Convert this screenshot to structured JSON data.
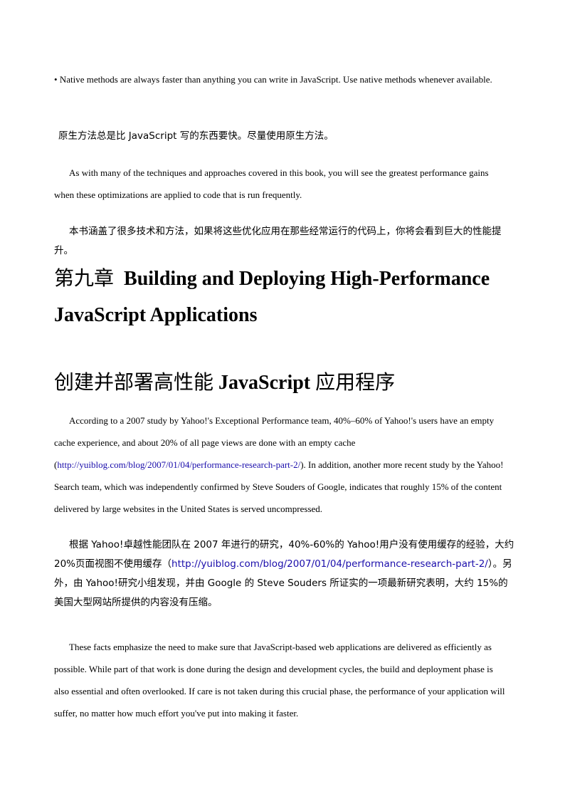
{
  "blocks": {
    "b1": {
      "bullet": "•",
      "text": "Native methods are always faster than anything you can write in JavaScript. Use native methods whenever available."
    },
    "b2": {
      "text": "原生方法总是比 JavaScript 写的东西要快。尽量使用原生方法。"
    },
    "b3": {
      "text": "As with many of the techniques and approaches covered in this book, you will see the greatest performance gains when these optimizations are applied to code that is run frequently."
    },
    "b4": {
      "text": "本书涵盖了很多技术和方法，如果将这些优化应用在那些经常运行的代码上，你将会看到巨大的性能提升。"
    },
    "chapter": {
      "zh_prefix": "第九章",
      "title_en": "Building and Deploying High-Performance JavaScript Applications",
      "title_zh_part1": "创建并部署高性能",
      "title_zh_part2": "JavaScript",
      "title_zh_part3": "应用程序"
    },
    "p1": {
      "before": "According to a 2007 study by Yahoo!'s Exceptional Performance team, 40%–60% of Yahoo!'s users have an empty cache experience, and about 20% of all page views are done with an empty cache (",
      "link": "http://yuiblog.com/blog/2007/01/04/performance-research-part-2/",
      "after": "). In addition, another more recent study by the Yahoo! Search team, which was independently confirmed by Steve Souders of Google, indicates that roughly 15% of the content delivered by large websites in the United States is served uncompressed."
    },
    "p2": {
      "before": "根据 Yahoo!卓越性能团队在 2007 年进行的研究，40%-60%的 Yahoo!用户没有使用缓存的经验，大约 20%页面视图不使用缓存（",
      "link": "http://yuiblog.com/blog/2007/01/04/performance-research-part-2/",
      "after": "）。另外，由 Yahoo!研究小组发现，并由 Google 的 Steve Souders 所证实的一项最新研究表明，大约 15%的美国大型网站所提供的内容没有压缩。"
    },
    "p3": {
      "text": "These facts emphasize the need to make sure that JavaScript-based web applications are delivered as efficiently as possible. While part of that work is done during the design and development cycles, the build and deployment phase is also essential and often overlooked. If care is not taken during this crucial phase, the performance of your application will suffer, no matter how much effort you've put into making it faster."
    }
  },
  "colors": {
    "text": "#000000",
    "link": "#1a0dab"
  }
}
